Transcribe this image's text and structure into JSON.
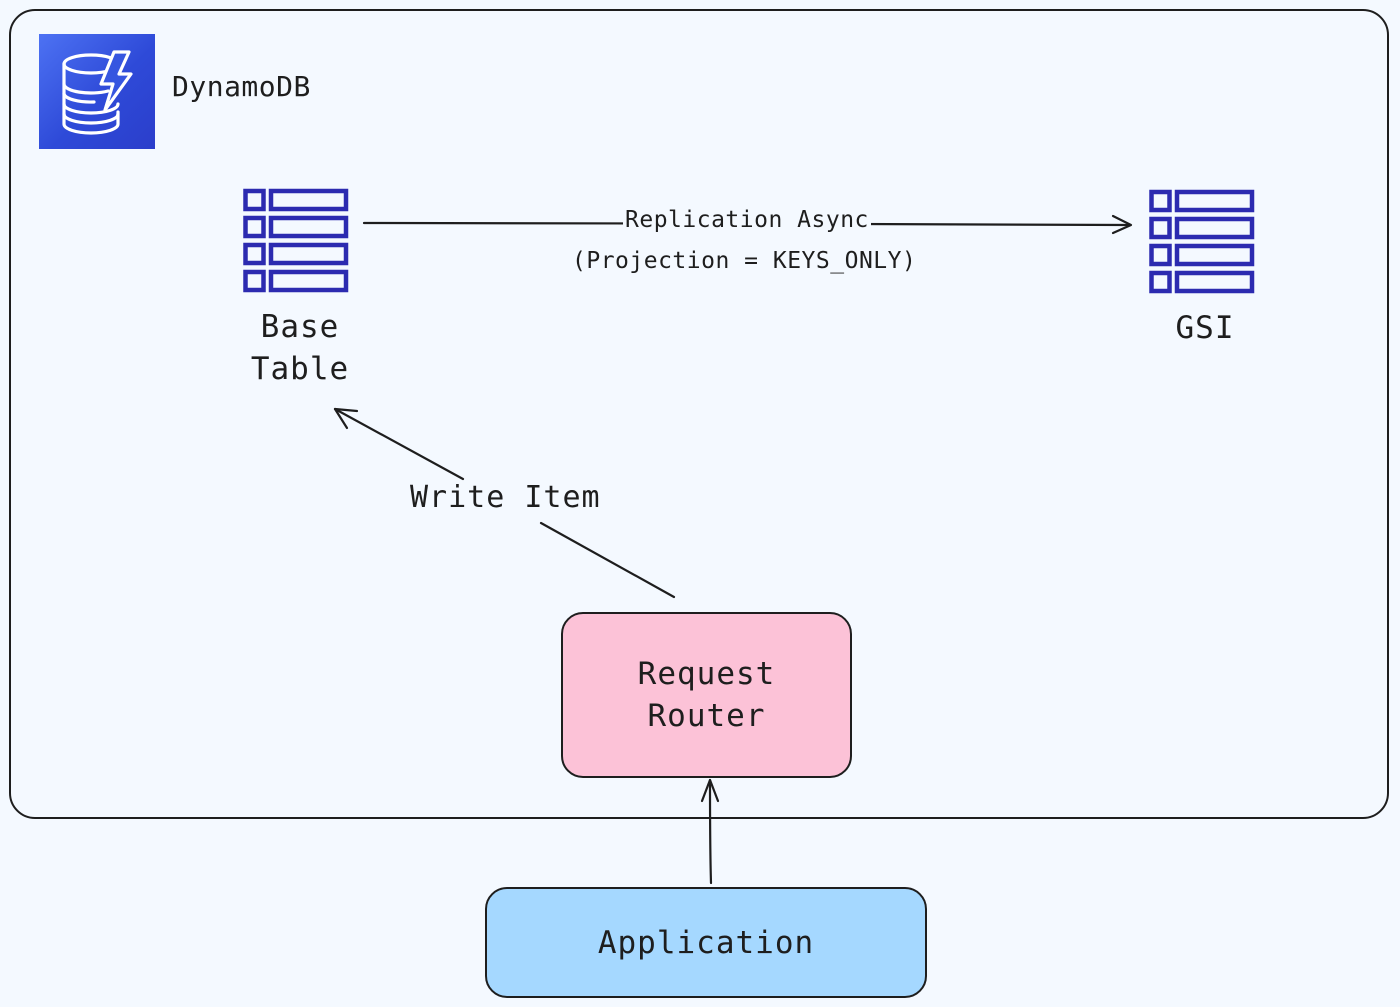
{
  "container": {
    "label": "DynamoDB",
    "logo_icon": "dynamodb-logo-icon"
  },
  "nodes": {
    "base_table": {
      "line1": "Base",
      "line2": "Table",
      "icon": "table-icon"
    },
    "gsi": {
      "label": "GSI",
      "icon": "table-icon"
    },
    "request_router": {
      "line1": "Request",
      "line2": "Router"
    },
    "application": {
      "label": "Application"
    }
  },
  "edges": {
    "replication": {
      "label": "Replication Async",
      "sublabel": "(Projection = KEYS_ONLY)"
    },
    "write": {
      "label": "Write Item"
    }
  },
  "colors": {
    "background": "#f4f9ff",
    "router_fill": "#fcc2d7",
    "application_fill": "#a5d8ff",
    "icon_stroke": "#2c2bb0",
    "logo_blue": "#3656e0"
  }
}
